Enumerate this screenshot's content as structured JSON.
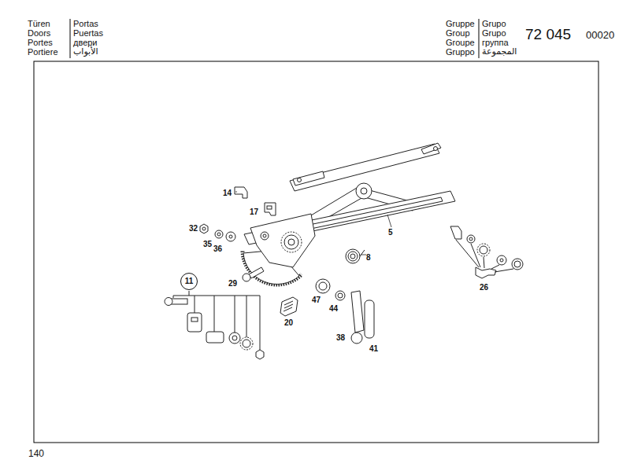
{
  "diagram": {
    "nodes": [
      {
        "text": [
          "11"
        ]
      }
    ],
    "labels": [
      "Türen",
      "Doors",
      "Portes",
      "Portiere",
      "Portas",
      "Puertas",
      "двери",
      "الأبواب",
      "Gruppe",
      "Group",
      "Groupe",
      "Gruppo",
      "Grupo",
      "Grupo",
      "группа",
      "المجموعة",
      "72 045",
      "00020",
      "140",
      "14",
      "17",
      "32",
      "35",
      "36",
      "5",
      "8",
      "29",
      "26",
      "47",
      "44",
      "20",
      "38",
      "41"
    ]
  }
}
